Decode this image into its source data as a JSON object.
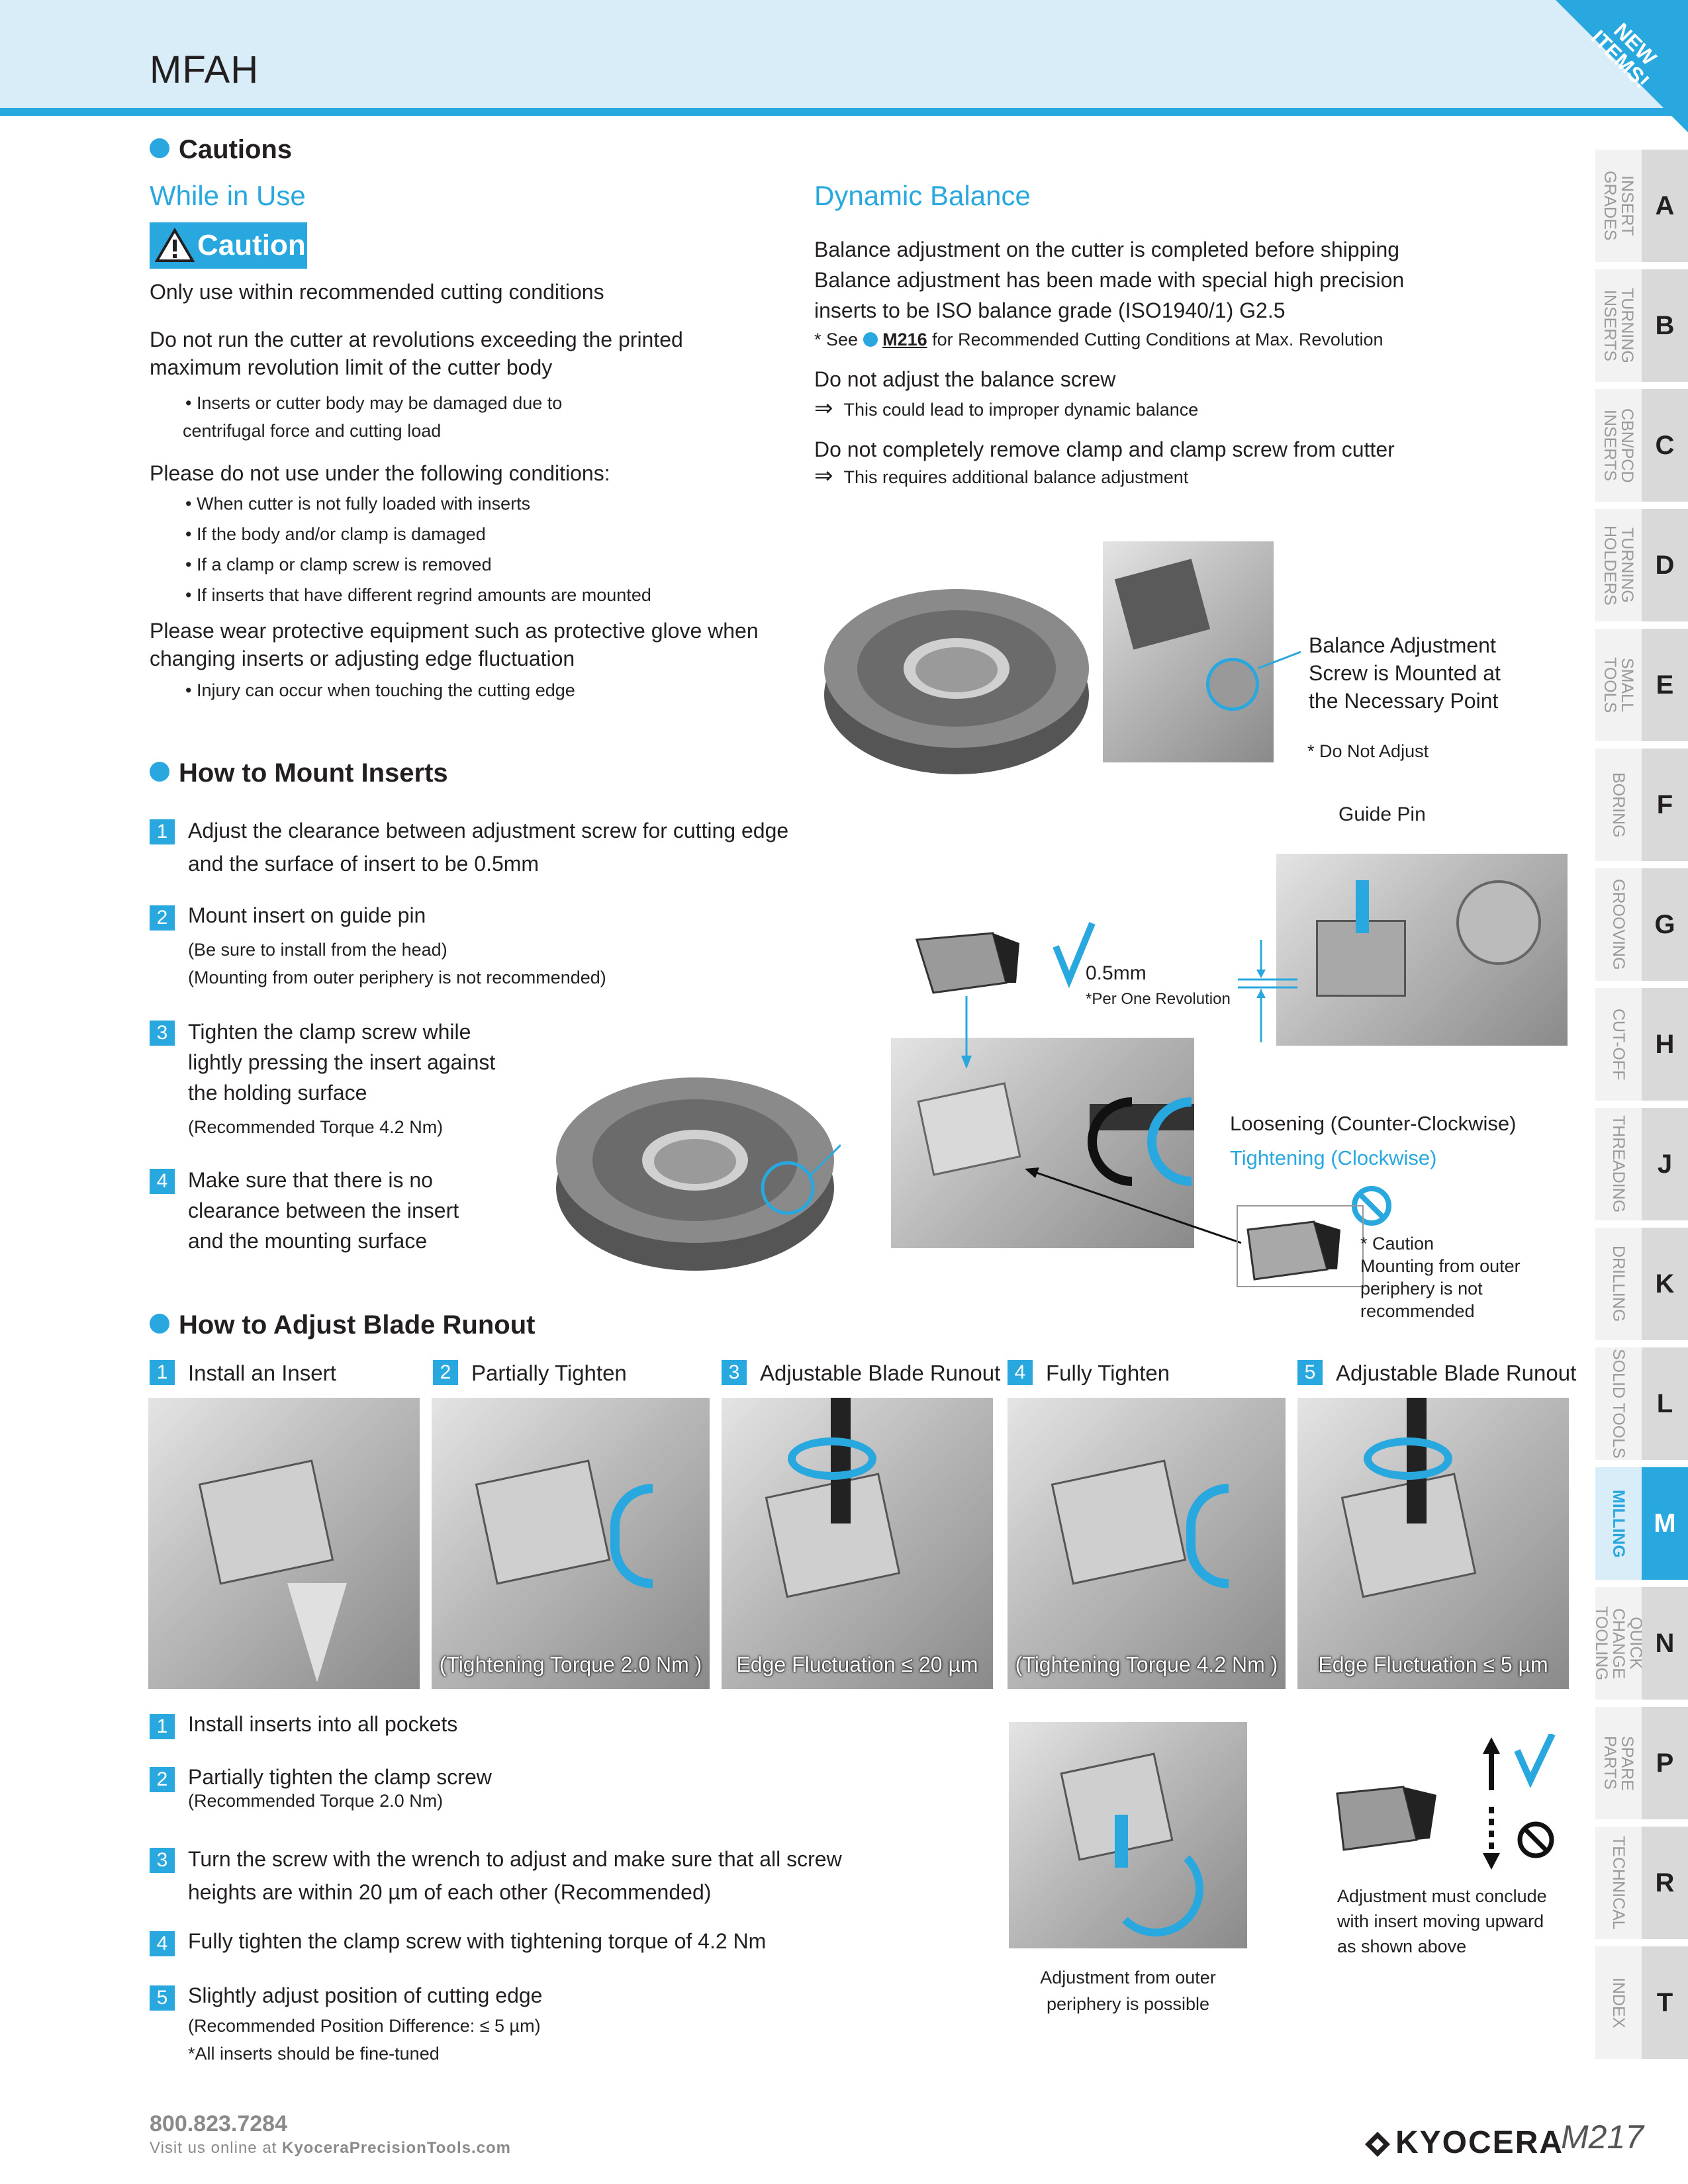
{
  "header": {
    "title": "MFAH",
    "corner_badge": "NEW ITEMS!"
  },
  "sections": {
    "cautions": "Cautions",
    "mount": "How to Mount Inserts",
    "runout": "How to Adjust Blade Runout"
  },
  "while_in_use": {
    "heading": "While in Use",
    "badge": "Caution",
    "p1": "Only use within recommended cutting conditions",
    "p2a": "Do not run the cutter at revolutions exceeding the printed",
    "p2b": "maximum revolution limit of the cutter body",
    "b1a": "• Inserts or cutter body may be damaged due to",
    "b1b": "centrifugal force and cutting load",
    "p3": "Please do not use under the following conditions:",
    "c1": "• When cutter is not fully loaded with inserts",
    "c2": "• If the body and/or clamp is damaged",
    "c3": "• If a clamp or clamp screw is removed",
    "c4": "• If inserts that have different regrind amounts are mounted",
    "p4a": "Please wear protective equipment such as protective glove when",
    "p4b": "changing inserts or adjusting edge fluctuation",
    "d1": "• Injury can occur when touching the cutting edge"
  },
  "dynamic_balance": {
    "heading": "Dynamic Balance",
    "l1": "Balance adjustment on the cutter is completed before shipping",
    "l2": "Balance adjustment has been made with special high precision",
    "l3": "inserts to be ISO balance grade (ISO1940/1) G2.5",
    "see_pre": "* See",
    "see_ref": "M216",
    "see_post": "for Recommended Cutting Conditions at Max. Revolution",
    "p2": "Do not adjust the balance screw",
    "p2_note": "This could lead to improper dynamic balance",
    "p3": "Do not completely remove clamp and clamp screw from cutter",
    "p3_note": "This requires additional balance adjustment",
    "callout1": "Balance Adjustment",
    "callout2": "Screw is Mounted at",
    "callout3": "the Necessary Point",
    "do_not": "* Do Not Adjust"
  },
  "mount_steps": [
    {
      "n": "1",
      "l1": "Adjust the clearance between adjustment screw for cutting edge",
      "l2": "and the surface of insert to be 0.5mm"
    },
    {
      "n": "2",
      "l1": "Mount insert on guide pin",
      "s1": "(Be sure to install from the head)",
      "s2": "(Mounting from outer periphery is not recommended)"
    },
    {
      "n": "3",
      "l1": "Tighten the clamp screw while",
      "l2": "lightly pressing the insert against",
      "l3": "the holding surface",
      "s1": "(Recommended Torque 4.2 Nm)"
    },
    {
      "n": "4",
      "l1": "Make sure that there is no",
      "l2": "clearance between the insert",
      "l3": "and the mounting surface"
    }
  ],
  "mount_fig": {
    "guide_pin": "Guide Pin",
    "gap": "0.5mm",
    "per_rev": "*Per One Revolution",
    "loosen": "Loosening (Counter-Clockwise)",
    "tighten": "Tightening (Clockwise)",
    "caution1": "* Caution",
    "caution2": "Mounting from outer",
    "caution3": "periphery is not",
    "caution4": "recommended"
  },
  "runout_steps_top": [
    {
      "n": "1",
      "label": "Install an Insert",
      "caption": ""
    },
    {
      "n": "2",
      "label": "Partially Tighten",
      "caption": "(Tightening Torque 2.0 Nm )"
    },
    {
      "n": "3",
      "label": "Adjustable Blade Runout",
      "caption": "Edge Fluctuation ≤ 20 µm"
    },
    {
      "n": "4",
      "label": "Fully Tighten",
      "caption": "(Tightening Torque 4.2 Nm )"
    },
    {
      "n": "5",
      "label": "Adjustable Blade Runout",
      "caption": "Edge Fluctuation ≤ 5 µm"
    }
  ],
  "runout_steps": [
    {
      "n": "1",
      "l1": "Install inserts into all pockets"
    },
    {
      "n": "2",
      "l1": "Partially tighten the clamp screw",
      "s1": "(Recommended Torque 2.0 Nm)"
    },
    {
      "n": "3",
      "l1": "Turn the screw with the wrench to adjust and make sure that all screw",
      "l2": "heights are within 20 µm of each other (Recommended)"
    },
    {
      "n": "4",
      "l1": "Fully tighten the clamp screw with tightening torque of 4.2 Nm"
    },
    {
      "n": "5",
      "l1": "Slightly adjust position of cutting edge",
      "s1": "(Recommended Position Difference: ≤ 5 µm)",
      "s2": "*All inserts should be fine-tuned"
    }
  ],
  "runout_notes": {
    "outer1": "Adjustment from outer",
    "outer2": "periphery is possible",
    "conclude1": "Adjustment must conclude",
    "conclude2": "with insert moving upward",
    "conclude3": "as shown above"
  },
  "tabs": [
    {
      "label": "INSERT GRADES",
      "letter": "A"
    },
    {
      "label": "TURNING INSERTS",
      "letter": "B"
    },
    {
      "label": "CBN/PCD INSERTS",
      "letter": "C"
    },
    {
      "label": "TURNING HOLDERS",
      "letter": "D"
    },
    {
      "label": "SMALL TOOLS",
      "letter": "E"
    },
    {
      "label": "BORING",
      "letter": "F"
    },
    {
      "label": "GROOVING",
      "letter": "G"
    },
    {
      "label": "CUT-OFF",
      "letter": "H"
    },
    {
      "label": "THREADING",
      "letter": "J"
    },
    {
      "label": "DRILLING",
      "letter": "K"
    },
    {
      "label": "SOLID TOOLS",
      "letter": "L"
    },
    {
      "label": "MILLING",
      "letter": "M",
      "active": true
    },
    {
      "label": "QUICK CHANGE TOOLING",
      "letter": "N"
    },
    {
      "label": "SPARE PARTS",
      "letter": "P"
    },
    {
      "label": "TECHNICAL",
      "letter": "R"
    },
    {
      "label": "INDEX",
      "letter": "T"
    }
  ],
  "footer": {
    "phone": "800.823.7284",
    "web_pre": "Visit us online at ",
    "web": "KyoceraPrecisionTools.com",
    "logo": "KYOCERA",
    "page": "M217"
  },
  "colors": {
    "accent": "#29a7df",
    "header_bg": "#d9edf9",
    "text": "#231f20"
  }
}
